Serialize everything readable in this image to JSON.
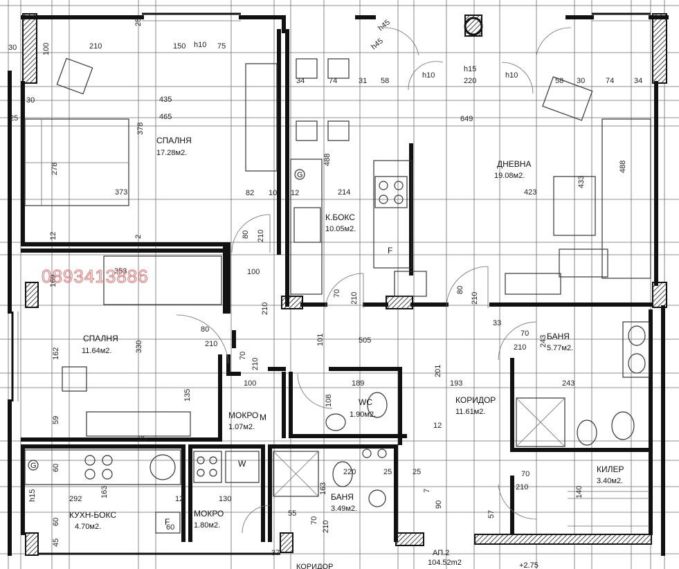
{
  "watermark": {
    "phone": "0893413886",
    "color": "#d97a7a"
  },
  "rooms": [
    {
      "id": "bedroom1",
      "name": "СПАЛНЯ",
      "area": "17.28м2."
    },
    {
      "id": "living",
      "name": "ДНЕВНА",
      "area": "19.08м2."
    },
    {
      "id": "kitchen_box",
      "name": "К.БОКС",
      "area": "10.05м2."
    },
    {
      "id": "bedroom2",
      "name": "СПАЛНЯ",
      "area": "11.64м2."
    },
    {
      "id": "bath1",
      "name": "БАНЯ",
      "area": "5.77м2."
    },
    {
      "id": "corridor",
      "name": "КОРИДОР",
      "area": "11.61м2."
    },
    {
      "id": "wet1",
      "name": "МОКРО",
      "area": "1.07м2."
    },
    {
      "id": "wc",
      "name": "WC",
      "area": "1.90м2."
    },
    {
      "id": "kiler",
      "name": "КИЛЕР",
      "area": "3.40м2."
    },
    {
      "id": "kitchen2",
      "name": "КУХН-БОКС",
      "area": "4.70м2."
    },
    {
      "id": "wet2",
      "name": "МОКРО",
      "area": "1.80м2."
    },
    {
      "id": "bath2",
      "name": "БАНЯ",
      "area": "3.49м2."
    }
  ],
  "apartment": {
    "label": "АП.2",
    "area": "104.52m2",
    "level": "+2.75",
    "bottom_label": "КОРИДОР"
  },
  "dimensions": [
    "30",
    "100",
    "210",
    "150",
    "75",
    "25",
    "30",
    "435",
    "465",
    "25",
    "378",
    "278",
    "373",
    "82",
    "10",
    "12",
    "80",
    "210",
    "12",
    "2",
    "353",
    "100",
    "210",
    "169",
    "h45",
    "34",
    "74",
    "31",
    "58",
    "h45",
    "h15",
    "h10",
    "220",
    "h10",
    "58",
    "30",
    "74",
    "34",
    "649",
    "488",
    "214",
    "423",
    "488",
    "433",
    "70",
    "210",
    "80",
    "210",
    "505",
    "101",
    "33",
    "70",
    "210",
    "80",
    "210",
    "162",
    "330",
    "70",
    "210",
    "189",
    "108",
    "243",
    "243",
    "193",
    "201",
    "12",
    "135",
    "100",
    "59",
    "25",
    "60",
    "60",
    "292",
    "163",
    "12",
    "130",
    "220",
    "25",
    "25",
    "163",
    "70",
    "210",
    "140",
    "70",
    "210",
    "57",
    "90",
    "45",
    "55",
    "37",
    "60",
    "h15",
    "7",
    "h10"
  ],
  "symbols": {
    "fridge": "F",
    "washer": "W",
    "toilet_label": "M",
    "gas": "G"
  }
}
